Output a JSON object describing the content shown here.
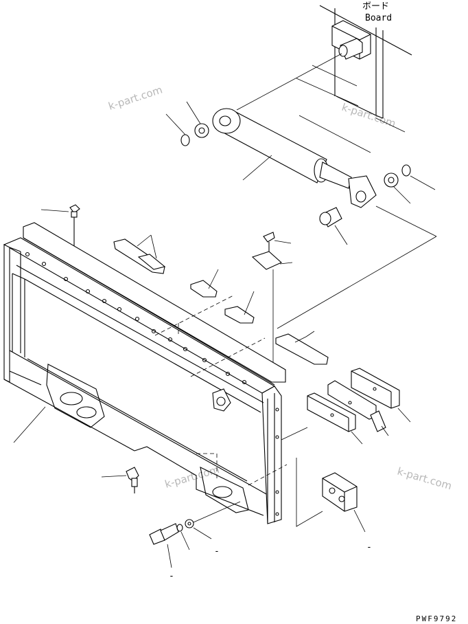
{
  "board_label": {
    "japanese": "ボード",
    "english": "Board"
  },
  "watermarks": [
    "k-part.com",
    "k-part.com",
    "k-part.com",
    "k-part.com"
  ],
  "drawing_code": "PWF9792",
  "callout_marks": [
    "-",
    "-",
    "-"
  ]
}
